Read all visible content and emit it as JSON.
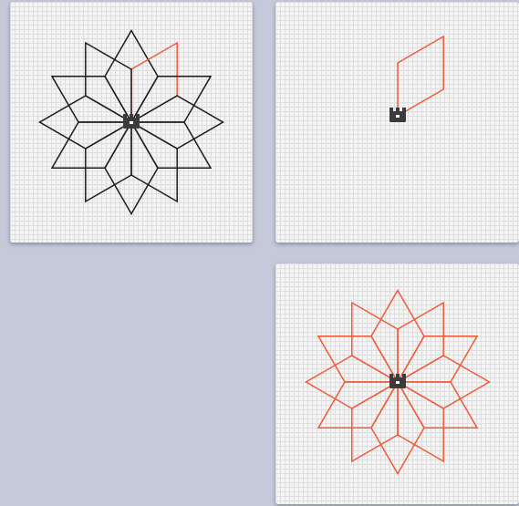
{
  "panels": [
    {
      "id": "panel-1",
      "description": "complete-flower-with-last-petal-highlighted"
    },
    {
      "id": "panel-2",
      "description": "single-petal-being-drawn"
    },
    {
      "id": "panel-3",
      "description": "complete-flower"
    }
  ],
  "colors": {
    "background": "#c5c9d9",
    "panel": "#f4f4f4",
    "grid": "#dedede",
    "stroke_black": "#1c1c1c",
    "stroke_orange": "#f05a38",
    "sprite": "#3b3b3b"
  },
  "flower": {
    "petal_count": 12,
    "petal_shape": "rhombus",
    "petal_angle_degrees": 60,
    "rotation_per_petal_degrees": 30
  },
  "icons": [
    "turtle-sprite-icon"
  ]
}
